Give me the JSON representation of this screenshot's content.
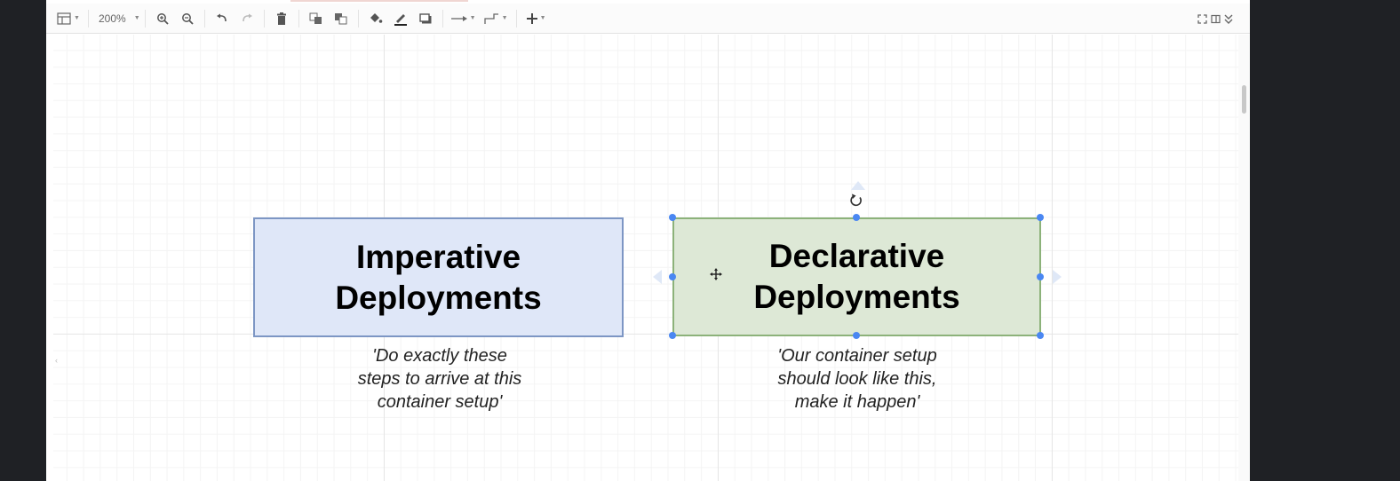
{
  "toolbar": {
    "zoom_label": "200%"
  },
  "diagram": {
    "imperative": {
      "title_line1": "Imperative",
      "title_line2": "Deployments",
      "caption_line1": "'Do exactly these",
      "caption_line2": "steps to arrive at this",
      "caption_line3": "container setup'",
      "fill": "#dfe7f8",
      "stroke": "#7d96c4"
    },
    "declarative": {
      "title_line1": "Declarative",
      "title_line2": "Deployments",
      "caption_line1": "'Our container setup",
      "caption_line2": "should look like this,",
      "caption_line3": "make it happen'",
      "fill": "#dde8d6",
      "stroke": "#8cb27a"
    }
  },
  "selection": {
    "color": "#4a87f2"
  }
}
